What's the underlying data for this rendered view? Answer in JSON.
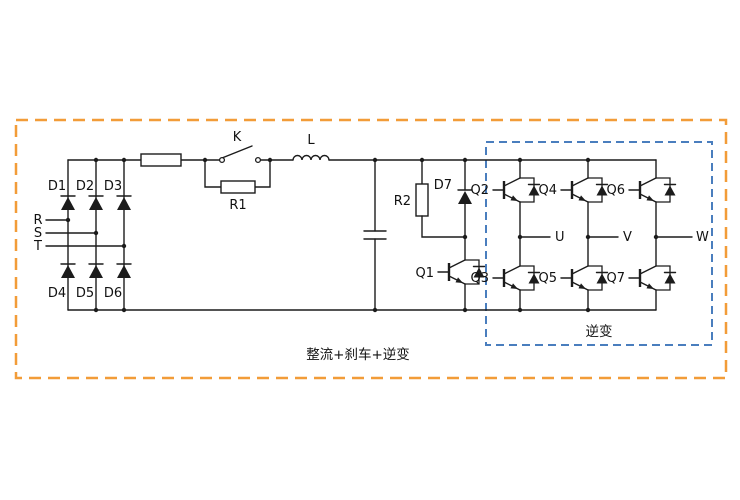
{
  "diagram": {
    "title_label": "整流+刹车+逆变",
    "inverter_label": "逆变",
    "labels": {
      "d1": "D1",
      "d2": "D2",
      "d3": "D3",
      "d4": "D4",
      "d5": "D5",
      "d6": "D6",
      "d7": "D7",
      "r": "R",
      "s": "S",
      "t": "T",
      "k": "K",
      "l": "L",
      "r1": "R1",
      "r2": "R2",
      "q1": "Q1",
      "q2": "Q2",
      "q3": "Q3",
      "q4": "Q4",
      "q5": "Q5",
      "q6": "Q6",
      "q7": "Q7",
      "u": "U",
      "v": "V",
      "w": "W"
    },
    "colors": {
      "outer_border": "#F29C38",
      "inner_border": "#4A7EBE",
      "wire": "#1c1c1c"
    }
  }
}
